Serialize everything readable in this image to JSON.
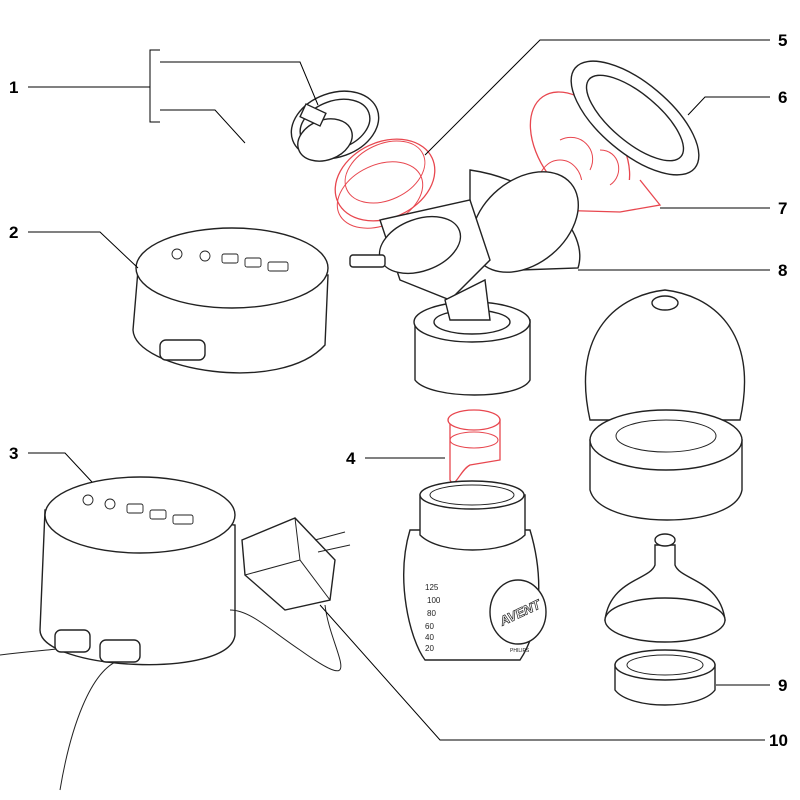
{
  "diagram": {
    "callouts": [
      {
        "number": "1"
      },
      {
        "number": "2"
      },
      {
        "number": "3"
      },
      {
        "number": "4"
      },
      {
        "number": "5"
      },
      {
        "number": "6"
      },
      {
        "number": "7"
      },
      {
        "number": "8"
      },
      {
        "number": "9"
      },
      {
        "number": "10"
      }
    ],
    "bottle": {
      "scale": [
        "125",
        "100",
        "80",
        "60",
        "40",
        "20"
      ],
      "logo": "AVENT",
      "brand": "PHILIPS"
    },
    "colors": {
      "highlight": "#e8474f",
      "line": "#222222"
    }
  }
}
